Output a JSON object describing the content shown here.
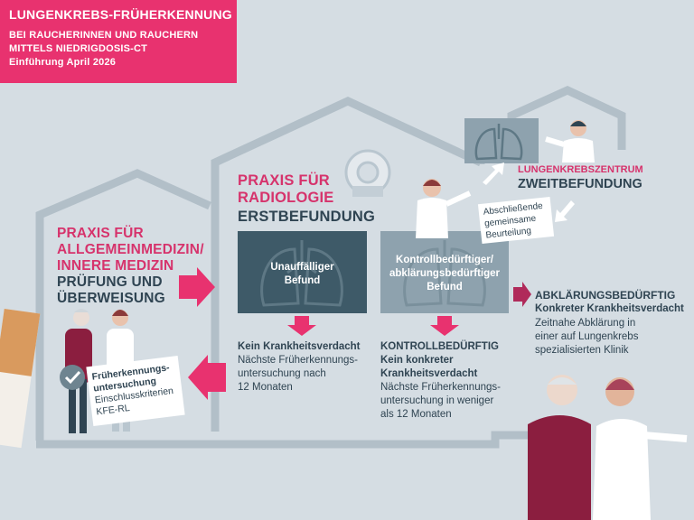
{
  "title": {
    "main": "LUNGENKREBS-FRÜHERKENNUNG",
    "line1": "BEI RAUCHERINNEN UND RAUCHERN",
    "line2": "MITTELS NIEDRIGDOSIS-CT",
    "line3": "Einführung April 2026"
  },
  "allgemein": {
    "head1": "PRAXIS FÜR",
    "head2": "ALLGEMEINMEDIZIN/",
    "head3": "INNERE MEDIZIN",
    "sub1": "PRÜFUNG UND",
    "sub2": "ÜBERWEISUNG"
  },
  "card": {
    "line1": "Früherkennungs-",
    "line2": "untersuchung",
    "line3": "Einschlusskriterien",
    "line4": "KFE-RL"
  },
  "radiologie": {
    "head1": "PRAXIS FÜR",
    "head2": "RADIOLOGIE",
    "sub": "ERSTBEFUNDUNG"
  },
  "box1": {
    "line1": "Unauffälliger",
    "line2": "Befund"
  },
  "box2": {
    "line1": "Kontrollbedürftiger/",
    "line2": "abklärungsbedürftiger",
    "line3": "Befund"
  },
  "result1": {
    "head": "Kein Krankheitsverdacht",
    "l1": "Nächste Früherkennungs-",
    "l2": "untersuchung nach",
    "l3": "12 Monaten"
  },
  "result2": {
    "head": "KONTROLLBEDÜRFTIG",
    "b1": "Kein konkreter",
    "b2": "Krankheitsverdacht",
    "l1": "Nächste Früherkennungs-",
    "l2": "untersuchung in weniger",
    "l3": "als 12 Monaten"
  },
  "zentrum": {
    "head": "LUNGENKREBSZENTRUM",
    "sub": "ZWEITBEFUNDUNG"
  },
  "beurteilung": {
    "l1": "Abschließende",
    "l2": "gemeinsame",
    "l3": "Beurteilung"
  },
  "abklaerung": {
    "head": "ABKLÄRUNGSBEDÜRFTIG",
    "bold": "Konkreter Krankheitsverdacht",
    "l1": "Zeitnahe Abklärung in",
    "l2": "einer auf Lungenkrebs",
    "l3": "spezialisierten Klinik"
  },
  "colors": {
    "magenta": "#e8326f",
    "dark": "#2f4452",
    "teal": "#3e5a68",
    "background": "#d5dde3"
  }
}
